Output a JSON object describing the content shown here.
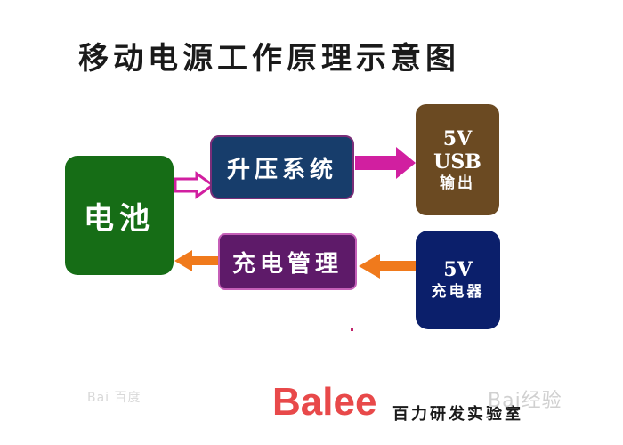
{
  "title": "移动电源工作原理示意图",
  "nodes": {
    "battery": "电池",
    "boost": "升压系统",
    "charge_mgmt": "充电管理",
    "usb_output": {
      "line1": "5V",
      "line2": "USB",
      "line3": "输出"
    },
    "charger": {
      "line1": "5V",
      "line2": "充电器"
    }
  },
  "colors": {
    "battery": "#166d16",
    "boost": "#173d6b",
    "charge_mgmt": "#5e1a69",
    "usb_output": "#6b4a22",
    "charger": "#0b1f6b",
    "arrow_magenta": "#d11fa0",
    "arrow_orange": "#f07a1c",
    "logo": "#e8494a"
  },
  "watermark_left": "Bai 百度",
  "logo": {
    "brand": "Balee",
    "sub": "百力研发实验室"
  },
  "watermark_right": "Bai经验"
}
